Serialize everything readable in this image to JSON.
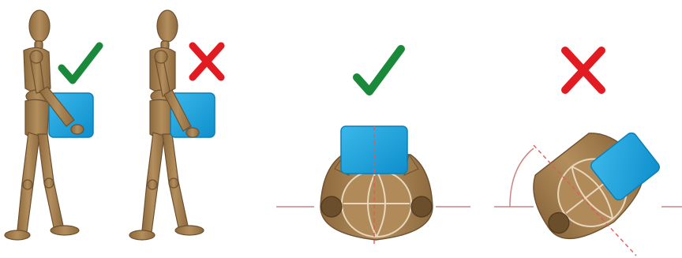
{
  "colors": {
    "wood": "#a98555",
    "wood_dark": "#7a5a32",
    "wood_light": "#c9a677",
    "box": "#1ea3dd",
    "box_edge": "#0b7fb8",
    "check": "#1a8a3a",
    "cross": "#e21b23",
    "guide": "#c98585"
  },
  "panels": [
    {
      "view": "side",
      "verdict": "correct",
      "mark_icon": "check-icon",
      "pose": "upright-box-close"
    },
    {
      "view": "side",
      "verdict": "incorrect",
      "mark_icon": "cross-icon",
      "pose": "leaning-box-forward"
    },
    {
      "view": "top",
      "verdict": "correct",
      "mark_icon": "check-icon",
      "pose": "square-shoulders"
    },
    {
      "view": "top",
      "verdict": "incorrect",
      "mark_icon": "cross-icon",
      "pose": "twisted-torso"
    }
  ]
}
